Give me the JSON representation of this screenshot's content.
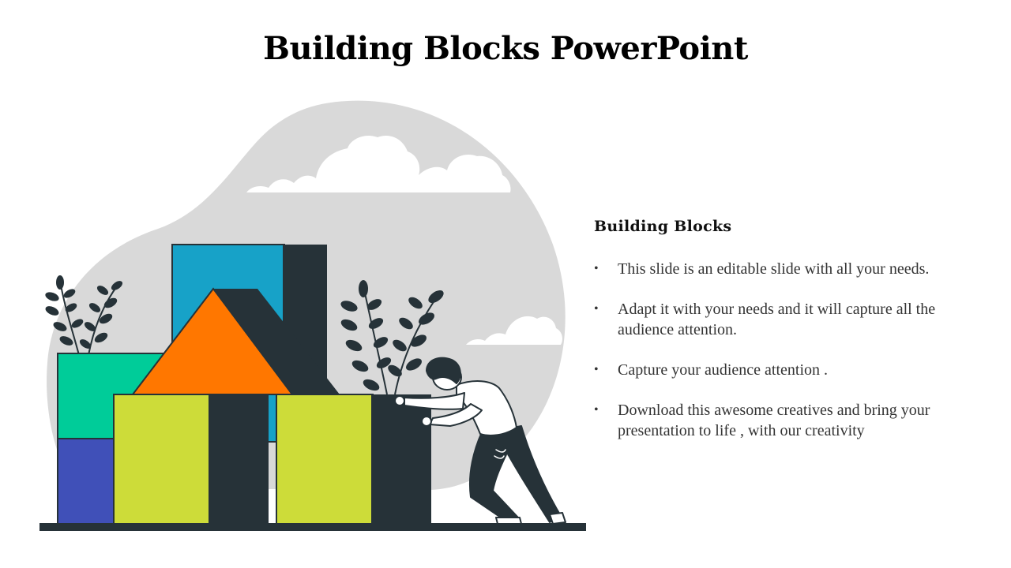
{
  "slide": {
    "title": "Building Blocks PowerPoint"
  },
  "content": {
    "heading": "Building Blocks",
    "bullets": [
      "This slide is an editable slide with all your needs.",
      "Adapt it with your needs and it will capture all the audience attention.",
      "Capture your audience attention .",
      "Download this awesome creatives and bring your presentation to life , with our creativity"
    ],
    "bullet_glyph": "•"
  },
  "illustration": {
    "subject": "person-pushing-building-blocks",
    "colors": {
      "backdrop": "#d9d9d9",
      "cloud": "#ffffff",
      "dark": "#263238",
      "blue_block": "#17a2c8",
      "green_block": "#00cc99",
      "indigo_block": "#4050b8",
      "lime_block": "#cddc39",
      "orange_roof": "#ff7700",
      "plant": "#263238"
    }
  }
}
